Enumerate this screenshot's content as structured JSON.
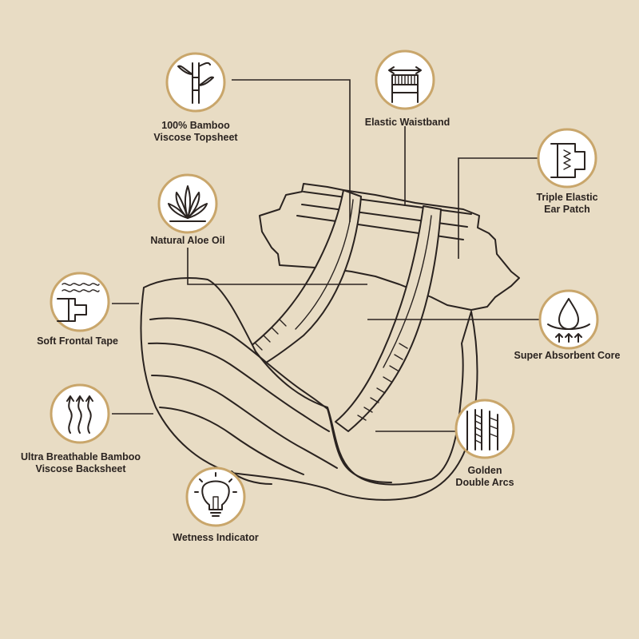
{
  "background_color": "#E8DCC4",
  "accent_color": "#C9A66B",
  "ink_color": "#2a2320",
  "features": {
    "bamboo_topsheet": {
      "line1": "100% Bamboo",
      "line2": "Viscose Topsheet",
      "icon": "bamboo-icon"
    },
    "elastic_waistband": {
      "line1": "Elastic Waistband",
      "icon": "waistband-icon"
    },
    "triple_elastic_ear": {
      "line1": "Triple Elastic",
      "line2": "Ear Patch",
      "icon": "ear-patch-icon"
    },
    "natural_aloe_oil": {
      "line1": "Natural Aloe Oil",
      "icon": "aloe-leaf-icon"
    },
    "soft_frontal_tape": {
      "line1": "Soft Frontal Tape",
      "icon": "frontal-tape-icon"
    },
    "super_absorbent_core": {
      "line1": "Super Absorbent Core",
      "icon": "water-drop-icon"
    },
    "breathable_backsheet": {
      "line1": "Ultra Breathable Bamboo",
      "line2": "Viscose Backsheet",
      "icon": "airflow-arrows-icon"
    },
    "golden_double_arcs": {
      "line1": "Golden",
      "line2": "Double Arcs",
      "icon": "double-arcs-icon"
    },
    "wetness_indicator": {
      "line1": "Wetness Indicator",
      "icon": "lightbulb-icon"
    }
  }
}
